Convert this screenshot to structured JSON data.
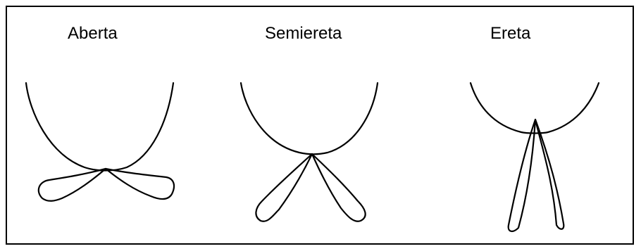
{
  "panels": [
    {
      "label": "Aberta"
    },
    {
      "label": "Semiereta"
    },
    {
      "label": "Ereta"
    }
  ]
}
